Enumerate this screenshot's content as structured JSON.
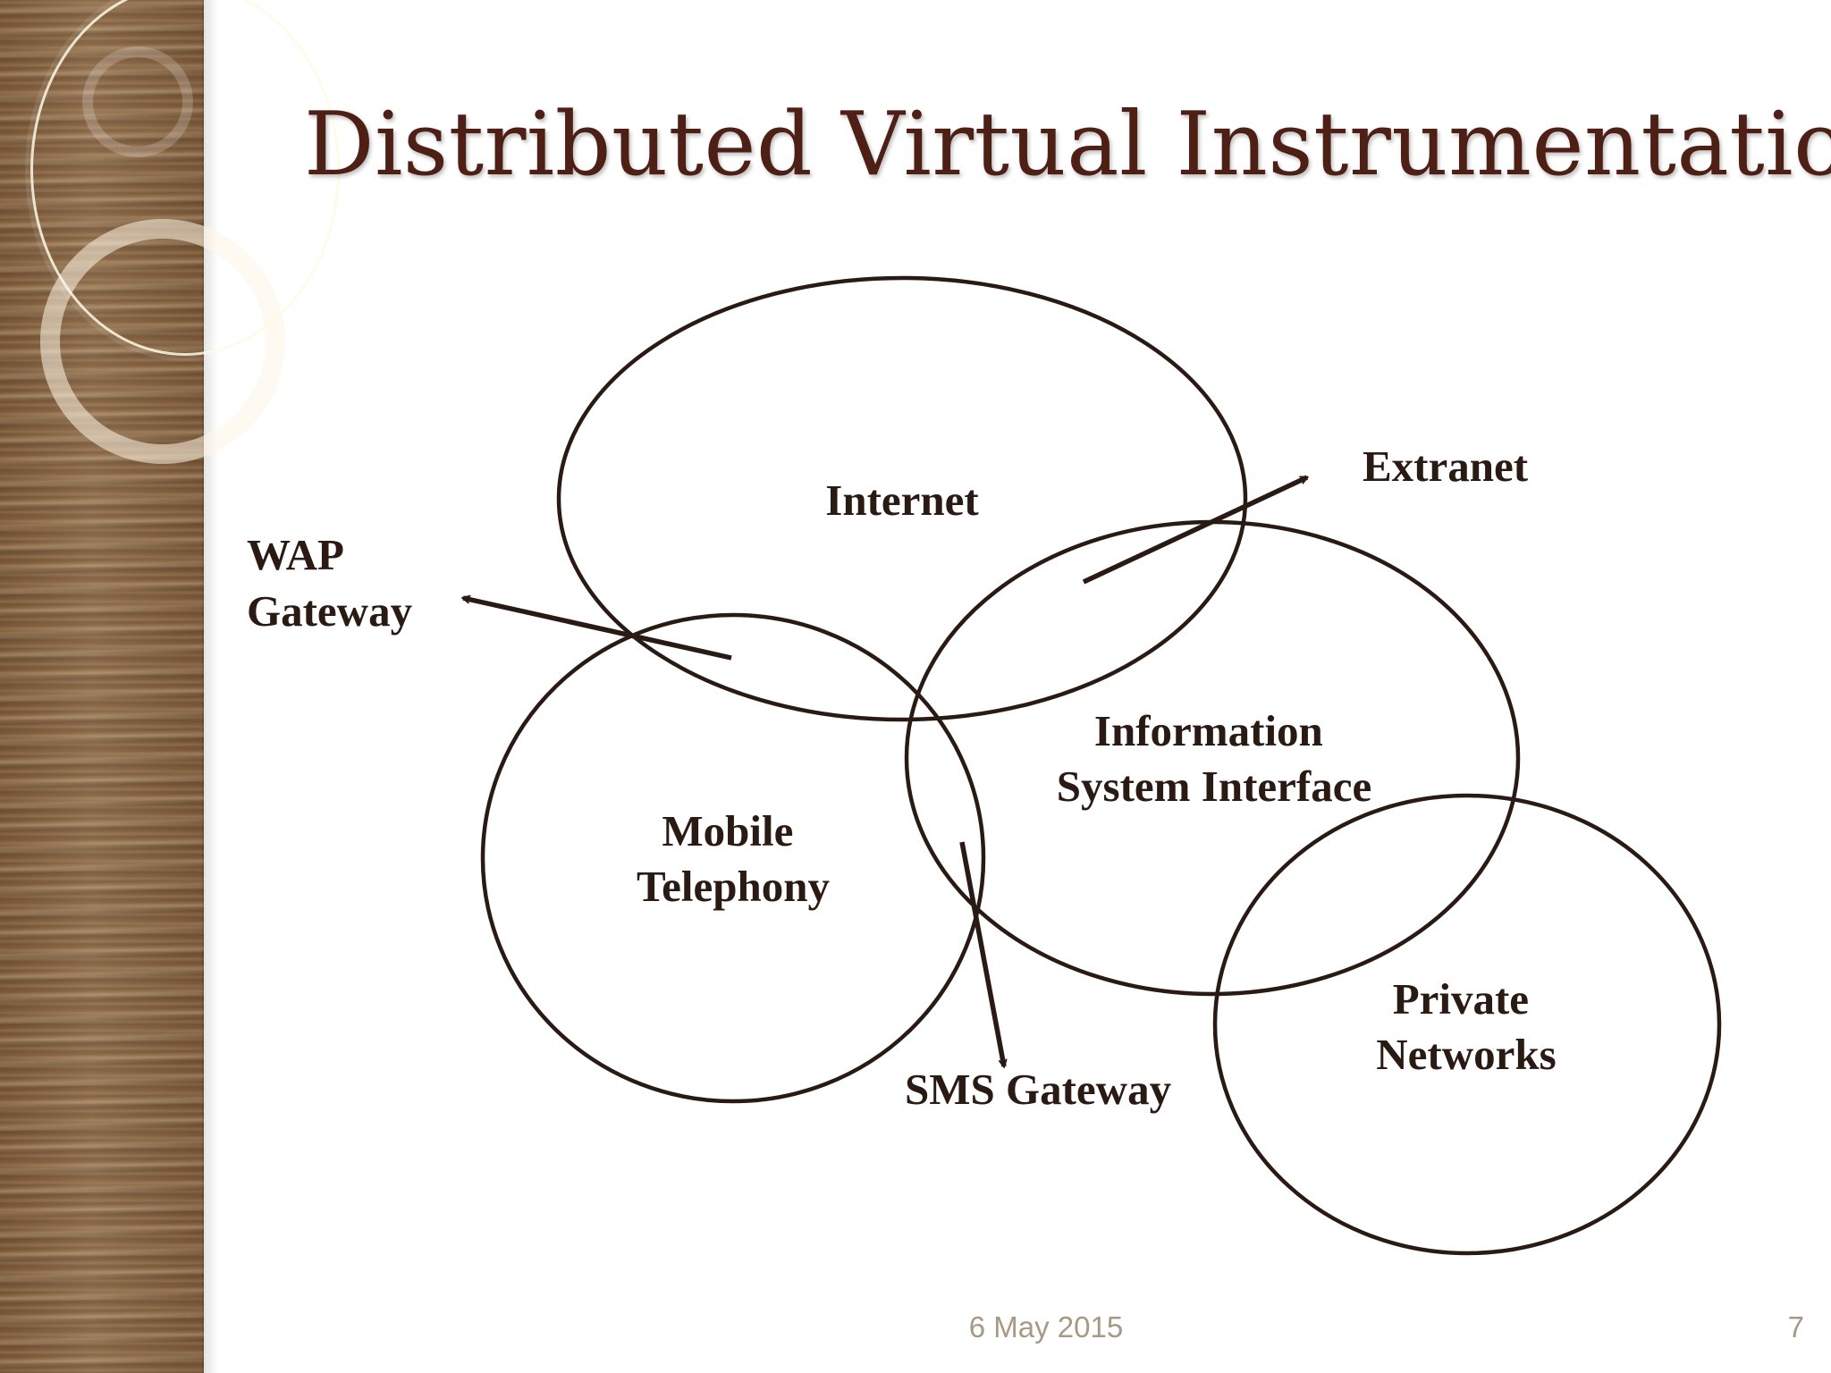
{
  "slide": {
    "title": "Distributed Virtual Instrumentation",
    "footer_date": "6 May 2015",
    "page_number": "7"
  },
  "diagram": {
    "circles": [
      {
        "id": "internet",
        "label_lines": [
          "Internet"
        ]
      },
      {
        "id": "mobile",
        "label_lines": [
          "Mobile",
          "Telephony"
        ]
      },
      {
        "id": "info",
        "label_lines": [
          "Information",
          "System Interface"
        ]
      },
      {
        "id": "private",
        "label_lines": [
          "Private",
          "Networks"
        ]
      }
    ],
    "arrows": [
      {
        "id": "wap",
        "label_lines": [
          "WAP",
          "Gateway"
        ]
      },
      {
        "id": "extranet",
        "label_lines": [
          "Extranet"
        ]
      },
      {
        "id": "sms",
        "label_lines": [
          "SMS Gateway"
        ]
      }
    ]
  },
  "colors": {
    "title": "#4e1f14",
    "stroke": "#2a1a14",
    "footer": "#a69a86",
    "wood": "#8a6a4a"
  }
}
